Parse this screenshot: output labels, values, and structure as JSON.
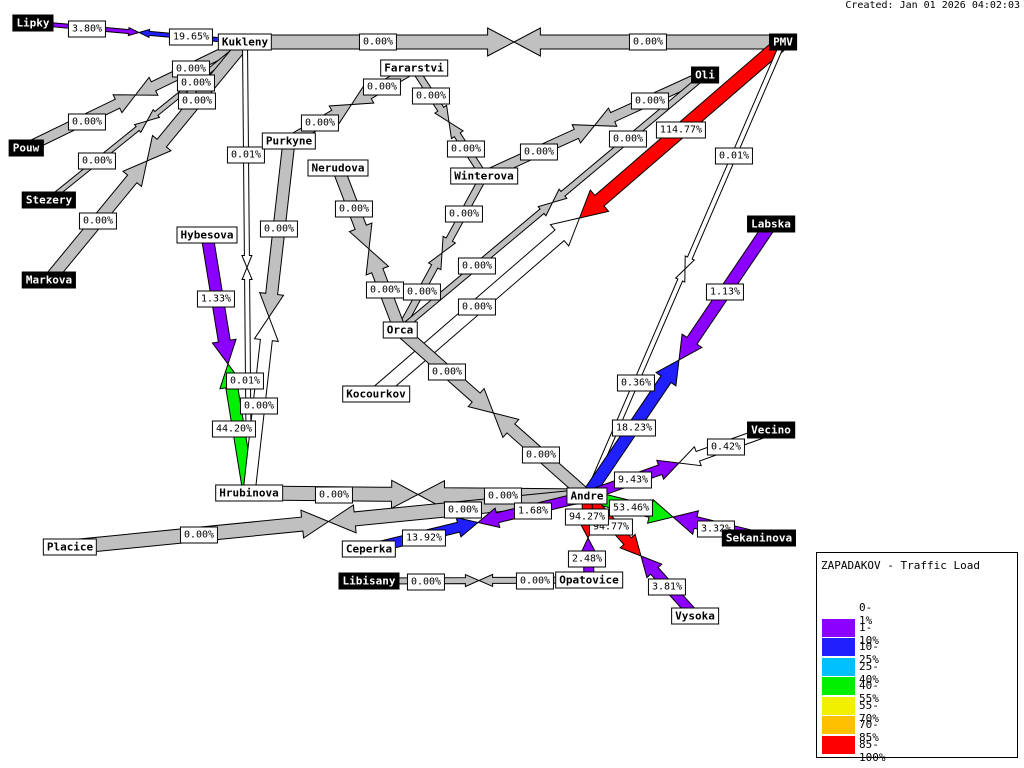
{
  "created": "Created: Jan 01 2026 04:02:03",
  "legend": {
    "title": "ZAPADAKOV - Traffic Load",
    "items": [
      {
        "label": "0-1%",
        "color": null
      },
      {
        "label": "1-10%",
        "color": "#8c00ff"
      },
      {
        "label": "10-25%",
        "color": "#2020ff"
      },
      {
        "label": "25-40%",
        "color": "#00c0ff"
      },
      {
        "label": "40-55%",
        "color": "#00f000"
      },
      {
        "label": "55-70%",
        "color": "#f0f000"
      },
      {
        "label": "70-85%",
        "color": "#ffc000"
      },
      {
        "label": "85-100%",
        "color": "#ff0000"
      }
    ]
  },
  "nodes": [
    {
      "id": "Lipky",
      "label": "Lipky",
      "dark": true
    },
    {
      "id": "Kukleny",
      "label": "Kukleny",
      "dark": false
    },
    {
      "id": "PMV",
      "label": "PMV",
      "dark": true
    },
    {
      "id": "Fararstvi",
      "label": "Fararstvi",
      "dark": false
    },
    {
      "id": "Oli",
      "label": "Oli",
      "dark": true
    },
    {
      "id": "Pouw",
      "label": "Pouw",
      "dark": true
    },
    {
      "id": "Purkyne",
      "label": "Purkyne",
      "dark": false
    },
    {
      "id": "Stezery",
      "label": "Stezery",
      "dark": true
    },
    {
      "id": "Nerudova",
      "label": "Nerudova",
      "dark": false
    },
    {
      "id": "Winterova",
      "label": "Winterova",
      "dark": false
    },
    {
      "id": "Labska",
      "label": "Labska",
      "dark": true
    },
    {
      "id": "Hybesova",
      "label": "Hybesova",
      "dark": false
    },
    {
      "id": "Markova",
      "label": "Markova",
      "dark": true
    },
    {
      "id": "Orca",
      "label": "Orca",
      "dark": false
    },
    {
      "id": "Kocourkov",
      "label": "Kocourkov",
      "dark": false
    },
    {
      "id": "Vecino",
      "label": "Vecino",
      "dark": true
    },
    {
      "id": "Hrubinova",
      "label": "Hrubinova",
      "dark": false
    },
    {
      "id": "Andre",
      "label": "Andre",
      "dark": false
    },
    {
      "id": "Placice",
      "label": "Placice",
      "dark": false
    },
    {
      "id": "Ceperka",
      "label": "Ceperka",
      "dark": false
    },
    {
      "id": "Sekaninova",
      "label": "Sekaninova",
      "dark": true
    },
    {
      "id": "Libisany",
      "label": "Libisany",
      "dark": true
    },
    {
      "id": "Opatovice",
      "label": "Opatovice",
      "dark": false
    },
    {
      "id": "Vysoka",
      "label": "Vysoka",
      "dark": false
    }
  ],
  "links": [
    {
      "a": "Lipky",
      "b": "Kukleny",
      "a_label": "3.80%",
      "a_color": "#8c00ff",
      "b_label": "19.65%",
      "b_color": "#2020ff"
    },
    {
      "a": "Kukleny",
      "b": "PMV",
      "a_label": "0.00%",
      "a_color": "#c0c0c0",
      "b_label": "0.00%",
      "b_color": "#c0c0c0"
    },
    {
      "a": "Pouw",
      "b": "Kukleny",
      "a_label": "0.00%",
      "a_color": "#c0c0c0",
      "b_label": "0.00%",
      "b_color": "#c0c0c0"
    },
    {
      "a": "Stezery",
      "b": "Kukleny",
      "a_label": "0.00%",
      "a_color": "#c0c0c0",
      "b_label": "0.00%",
      "b_color": "#c0c0c0"
    },
    {
      "a": "Markova",
      "b": "Kukleny",
      "a_label": "0.00%",
      "a_color": "#c0c0c0",
      "b_label": "0.00%",
      "b_color": "#c0c0c0"
    },
    {
      "a": "Kukleny",
      "b": "Hrubinova",
      "a_label": "0.01%",
      "a_color": "#ffffff",
      "b_label": "0.01%",
      "b_color": "#ffffff"
    },
    {
      "a": "Hybesova",
      "b": "Hrubinova",
      "a_label": "1.33%",
      "a_color": "#8c00ff",
      "b_label": "44.20%",
      "b_color": "#00f000"
    },
    {
      "a": "Purkyne",
      "b": "Hrubinova",
      "a_label": "0.00%",
      "a_color": "#c0c0c0",
      "b_label": "0.00%",
      "b_color": "#ffffff"
    },
    {
      "a": "Purkyne",
      "b": "Fararstvi",
      "a_label": "0.00%",
      "a_color": "#c0c0c0",
      "b_label": "0.00%",
      "b_color": "#c0c0c0"
    },
    {
      "a": "Fararstvi",
      "b": "Winterova",
      "a_label": "0.00%",
      "a_color": "#c0c0c0",
      "b_label": "0.00%",
      "b_color": "#c0c0c0"
    },
    {
      "a": "Winterova",
      "b": "Orca",
      "a_label": "0.00%",
      "a_color": "#c0c0c0",
      "b_label": "0.00%",
      "b_color": "#c0c0c0"
    },
    {
      "a": "Winterova",
      "b": "Oli",
      "a_label": "0.00%",
      "a_color": "#c0c0c0",
      "b_label": "0.00%",
      "b_color": "#c0c0c0"
    },
    {
      "a": "Nerudova",
      "b": "Orca",
      "a_label": "0.00%",
      "a_color": "#c0c0c0",
      "b_label": "0.00%",
      "b_color": "#c0c0c0"
    },
    {
      "a": "Oli",
      "b": "Orca",
      "a_label": "0.00%",
      "a_color": "#c0c0c0",
      "b_label": "0.00%",
      "b_color": "#c0c0c0"
    },
    {
      "a": "PMV",
      "b": "Kocourkov",
      "a_label": "114.77%",
      "a_color": "#ff0000",
      "b_label": "0.00%",
      "b_color": "#ffffff"
    },
    {
      "a": "PMV",
      "b": "Andre",
      "a_label": "0.01%",
      "a_color": "#ffffff",
      "b_label": "0.36%",
      "b_color": "#ffffff"
    },
    {
      "a": "Labska",
      "b": "Andre",
      "a_label": "1.13%",
      "a_color": "#8c00ff",
      "b_label": "18.23%",
      "b_color": "#2020ff"
    },
    {
      "a": "Orca",
      "b": "Andre",
      "a_label": "0.00%",
      "a_color": "#c0c0c0",
      "b_label": "0.00%",
      "b_color": "#c0c0c0"
    },
    {
      "a": "Hrubinova",
      "b": "Andre",
      "a_label": "0.00%",
      "a_color": "#c0c0c0",
      "b_label": "0.00%",
      "b_color": "#c0c0c0"
    },
    {
      "a": "Placice",
      "b": "Andre",
      "a_label": "0.00%",
      "a_color": "#c0c0c0",
      "b_label": "0.00%",
      "b_color": "#c0c0c0"
    },
    {
      "a": "Ceperka",
      "b": "Andre",
      "a_label": "13.92%",
      "a_color": "#2020ff",
      "b_label": "1.68%",
      "b_color": "#8c00ff"
    },
    {
      "a": "Vecino",
      "b": "Andre",
      "a_label": "0.42%",
      "a_color": "#ffffff",
      "b_label": "9.43%",
      "b_color": "#8c00ff"
    },
    {
      "a": "Sekaninova",
      "b": "Andre",
      "a_label": "3.32%",
      "a_color": "#8c00ff",
      "b_label": "53.46%",
      "b_color": "#00f000"
    },
    {
      "a": "Vysoka",
      "b": "Andre",
      "a_label": "3.81%",
      "a_color": "#8c00ff",
      "b_label": "94.77%",
      "b_color": "#ff0000"
    },
    {
      "a": "Opatovice",
      "b": "Andre",
      "a_label": "2.48%",
      "a_color": "#8c00ff",
      "b_label": "94.27%",
      "b_color": "#ff0000"
    },
    {
      "a": "Libisany",
      "b": "Opatovice",
      "a_label": "0.00%",
      "a_color": "#c0c0c0",
      "b_label": "0.00%",
      "b_color": "#c0c0c0"
    }
  ]
}
